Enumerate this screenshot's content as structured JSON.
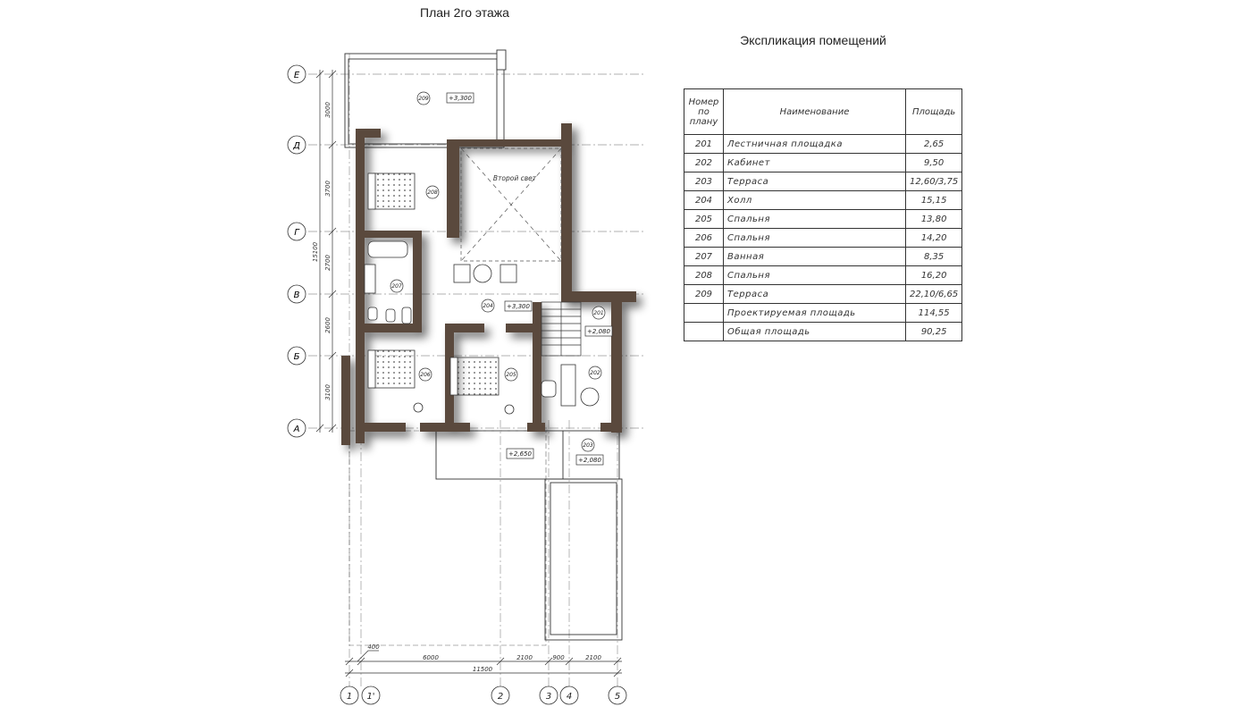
{
  "plan_title": "План 2го этажа",
  "table_title": "Экспликация помещений",
  "table": {
    "headers": {
      "num": "Номер по плану",
      "name": "Наименование",
      "area": "Площадь"
    },
    "rows": [
      {
        "num": "201",
        "name": "Лестничная площадка",
        "area": "2,65"
      },
      {
        "num": "202",
        "name": "Кабинет",
        "area": "9,50"
      },
      {
        "num": "203",
        "name": "Терраса",
        "area": "12,60/3,75"
      },
      {
        "num": "204",
        "name": "Холл",
        "area": "15,15"
      },
      {
        "num": "205",
        "name": "Спальня",
        "area": "13,80"
      },
      {
        "num": "206",
        "name": "Спальня",
        "area": "14,20"
      },
      {
        "num": "207",
        "name": "Ванная",
        "area": "8,35"
      },
      {
        "num": "208",
        "name": "Спальня",
        "area": "16,20"
      },
      {
        "num": "209",
        "name": "Терраса",
        "area": "22,10/6,65"
      },
      {
        "num": "",
        "name": "Проектируемая площадь",
        "area": "114,55"
      },
      {
        "num": "",
        "name": "Общая площадь",
        "area": "90,25"
      }
    ]
  },
  "axes_rows": [
    "Е",
    "Д",
    "Г",
    "В",
    "Б",
    "А"
  ],
  "axes_cols": [
    "1",
    "1'",
    "2",
    "3",
    "4",
    "5"
  ],
  "dims_vertical": [
    "3000",
    "3700",
    "2700",
    "2600",
    "3100"
  ],
  "dims_vertical_total": "15100",
  "dims_horizontal": [
    "6000",
    "2100",
    "900",
    "2100"
  ],
  "dims_offset": "400",
  "dims_horizontal_total": "11500",
  "room_tags": [
    "209",
    "208",
    "207",
    "204",
    "201",
    "206",
    "205",
    "202",
    "203"
  ],
  "levels": [
    "+3,300",
    "+3,300",
    "+2,080",
    "+2,650",
    "+2,080"
  ],
  "note_second_light": "Второй свет"
}
